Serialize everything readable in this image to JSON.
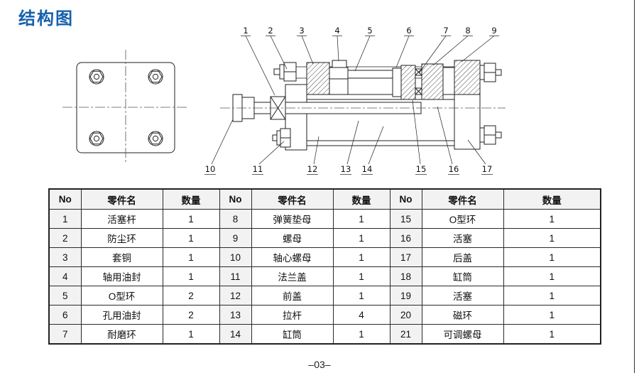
{
  "title": "结构图",
  "diagram": {
    "callouts": [
      "1",
      "2",
      "3",
      "4",
      "5",
      "6",
      "7",
      "8",
      "9",
      "10",
      "11",
      "12",
      "13",
      "14",
      "15",
      "16",
      "17"
    ]
  },
  "table": {
    "headers": [
      "No",
      "零件名",
      "数量",
      "No",
      "零件名",
      "数量",
      "No",
      "零件名",
      "数量"
    ],
    "rows": [
      [
        "1",
        "活塞杆",
        "1",
        "8",
        "弹簧垫母",
        "1",
        "15",
        "O型环",
        "1"
      ],
      [
        "2",
        "防尘环",
        "1",
        "9",
        "螺母",
        "1",
        "16",
        "活塞",
        "1"
      ],
      [
        "3",
        "套铜",
        "1",
        "10",
        "轴心螺母",
        "1",
        "17",
        "后盖",
        "1"
      ],
      [
        "4",
        "轴用油封",
        "1",
        "11",
        "法兰盖",
        "1",
        "18",
        "缸筒",
        "1"
      ],
      [
        "5",
        "O型环",
        "2",
        "12",
        "前盖",
        "1",
        "19",
        "活塞",
        "1"
      ],
      [
        "6",
        "孔用油封",
        "2",
        "13",
        "拉杆",
        "4",
        "20",
        "磁环",
        "1"
      ],
      [
        "7",
        "耐磨环",
        "1",
        "14",
        "缸筒",
        "1",
        "21",
        "可调螺母",
        "1"
      ]
    ]
  },
  "footer": {
    "page_number": "–03–"
  },
  "colors": {
    "title_blue": "#1660ad",
    "line": "#1f1f1f",
    "shade": "#f2f2f2"
  }
}
